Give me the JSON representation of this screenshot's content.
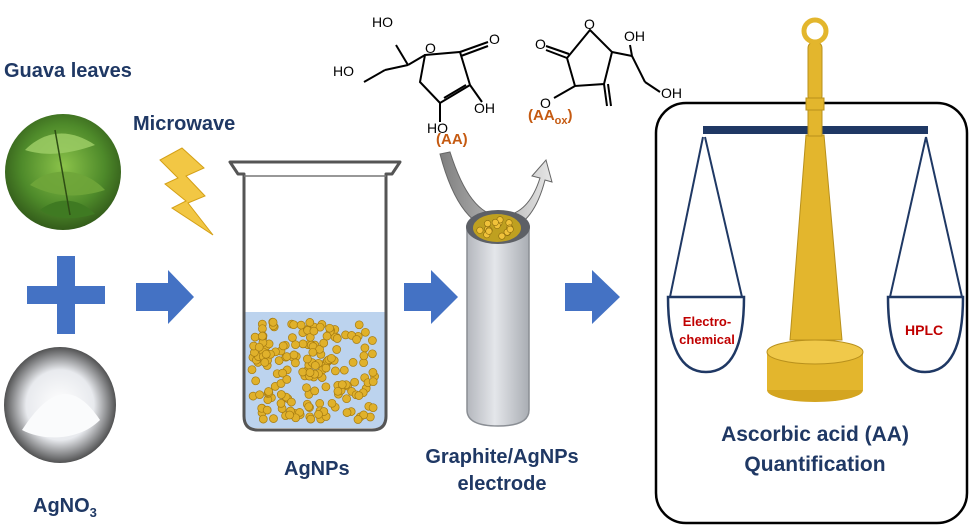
{
  "labels": {
    "guava_leaves": "Guava leaves",
    "agno3_base": "AgNO",
    "agno3_sub": "3",
    "microwave": "Microwave",
    "agnps": "AgNPs",
    "electrode_line1": "Graphite/AgNPs",
    "electrode_line2": "electrode",
    "aa": "(AA)",
    "aa_ox_open": "(AA",
    "aa_ox_sub": "ox",
    "aa_ox_close": ")",
    "electro_line1": "Electro-",
    "electro_line2": "chemical",
    "hplc": "HPLC",
    "result_line1": "Ascorbic acid (AA)",
    "result_line2": "Quantification"
  },
  "molecule_labels": {
    "ho_top": "HO",
    "ho_left": "HO",
    "oh_right": "OH",
    "ho_bottom": "HO",
    "o_ring": "O",
    "o_carbonyl": "O",
    "ox_o_left": "O",
    "ox_o_ring": "O",
    "ox_o_bottom": "O",
    "ox_oh_top": "OH",
    "ox_oh_right": "OH"
  },
  "colors": {
    "navy": "#1f3864",
    "arrow_blue": "#4472c4",
    "gold": "#e3b62d",
    "orange": "#c55a11",
    "red": "#c00000",
    "liquid": "#bcd3ee"
  }
}
